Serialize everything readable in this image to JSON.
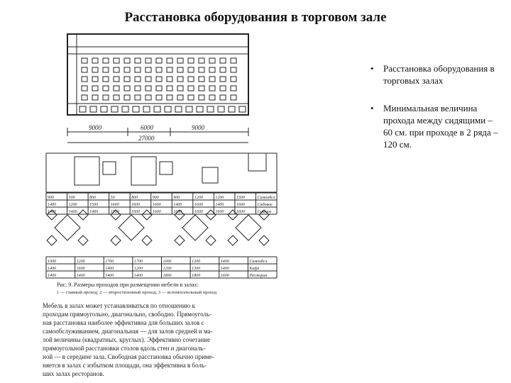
{
  "slide": {
    "title": "Расстановка оборудования в торговом зале"
  },
  "figure": {
    "dimensions": [
      "9000",
      "6000",
      "9000",
      "27000"
    ],
    "table_top": {
      "row1": [
        "900",
        "500",
        "800",
        "50",
        "800",
        "900",
        "900",
        "1200",
        "1200",
        "1500",
        "Самообсл."
      ],
      "row2": [
        "1400",
        "1200",
        "1500",
        "1600",
        "1600",
        "1600",
        "1400",
        "1600",
        "1400",
        "1600",
        "Садовое"
      ],
      "row3": [
        "1400",
        "1400",
        "1400",
        "1500",
        "1600",
        "1600",
        "1600",
        "1600",
        "1600",
        "1600",
        "Главное"
      ]
    },
    "table_bottom": {
      "row1": [
        "1000",
        "1200",
        "1700",
        "1700",
        "1000",
        "1200",
        "1400",
        "Самообсл."
      ],
      "row2": [
        "1400",
        "1600",
        "1400",
        "1200",
        "1200",
        "1300",
        "1400",
        "Кафе"
      ],
      "row3": [
        "1400",
        "1400",
        "1400",
        "1400",
        "1800",
        "1800",
        "1600",
        "Ресторан"
      ]
    },
    "caption": "Рис. 9. Размеры проходов при размещении мебели в залах:",
    "caption_line2": "1 — главный проход; 2 — второстепенный проход; 3 — вспомогательный проход",
    "body_text": [
      "Мебель в залах может устанавливаться по отношению к",
      "проходам прямоугольно, диагонально, свободно. Прямоуголь-",
      "ная расстановка наиболее эффективна для больших залов с",
      "самообслуживанием, диагональная — для залов средней и ма-",
      "лой величины (квадратных, круглых). Эффективно сочетание",
      "прямоугольной расстановки столов вдоль стен и диагональ-",
      "ной — в середине зала. Свободная расстановка обычно приме-",
      "няется в залах с избытком площади, она эффективна в боль-",
      "ших залах ресторанов."
    ]
  },
  "bullets": [
    "Расстановка оборудования в торговых залах",
    "Минимальная величина прохода между сидящими – 60 см. при проходе в 2 ряда – 120 см."
  ]
}
